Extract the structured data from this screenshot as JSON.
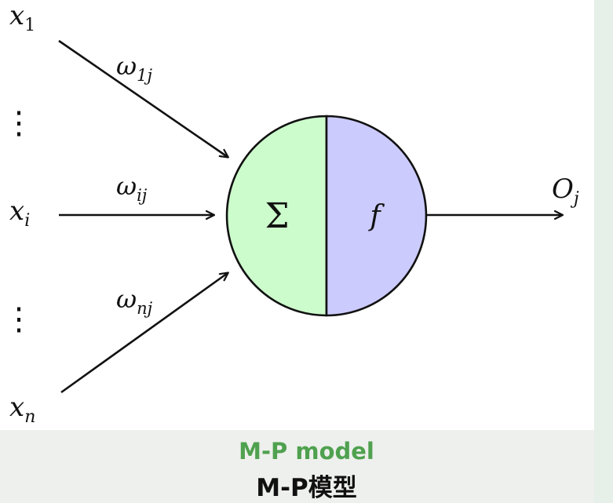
{
  "diagram": {
    "inputs": [
      {
        "symbol": "x",
        "subscript": "1"
      },
      {
        "symbol": "x",
        "subscript": "i"
      },
      {
        "symbol": "x",
        "subscript": "n"
      }
    ],
    "weights": [
      {
        "symbol": "ω",
        "subscript": "1j"
      },
      {
        "symbol": "ω",
        "subscript": "ij"
      },
      {
        "symbol": "ω",
        "subscript": "nj"
      }
    ],
    "ellipsis": "⋮",
    "sum_symbol": "Σ",
    "activation_symbol": "f",
    "output": {
      "symbol": "O",
      "subscript": "j"
    },
    "colors": {
      "sum_fill": "#ccfccc",
      "activation_fill": "#cccbfd",
      "stroke": "#111111"
    }
  },
  "caption": {
    "english": "M-P model",
    "chinese": "M-P模型"
  }
}
